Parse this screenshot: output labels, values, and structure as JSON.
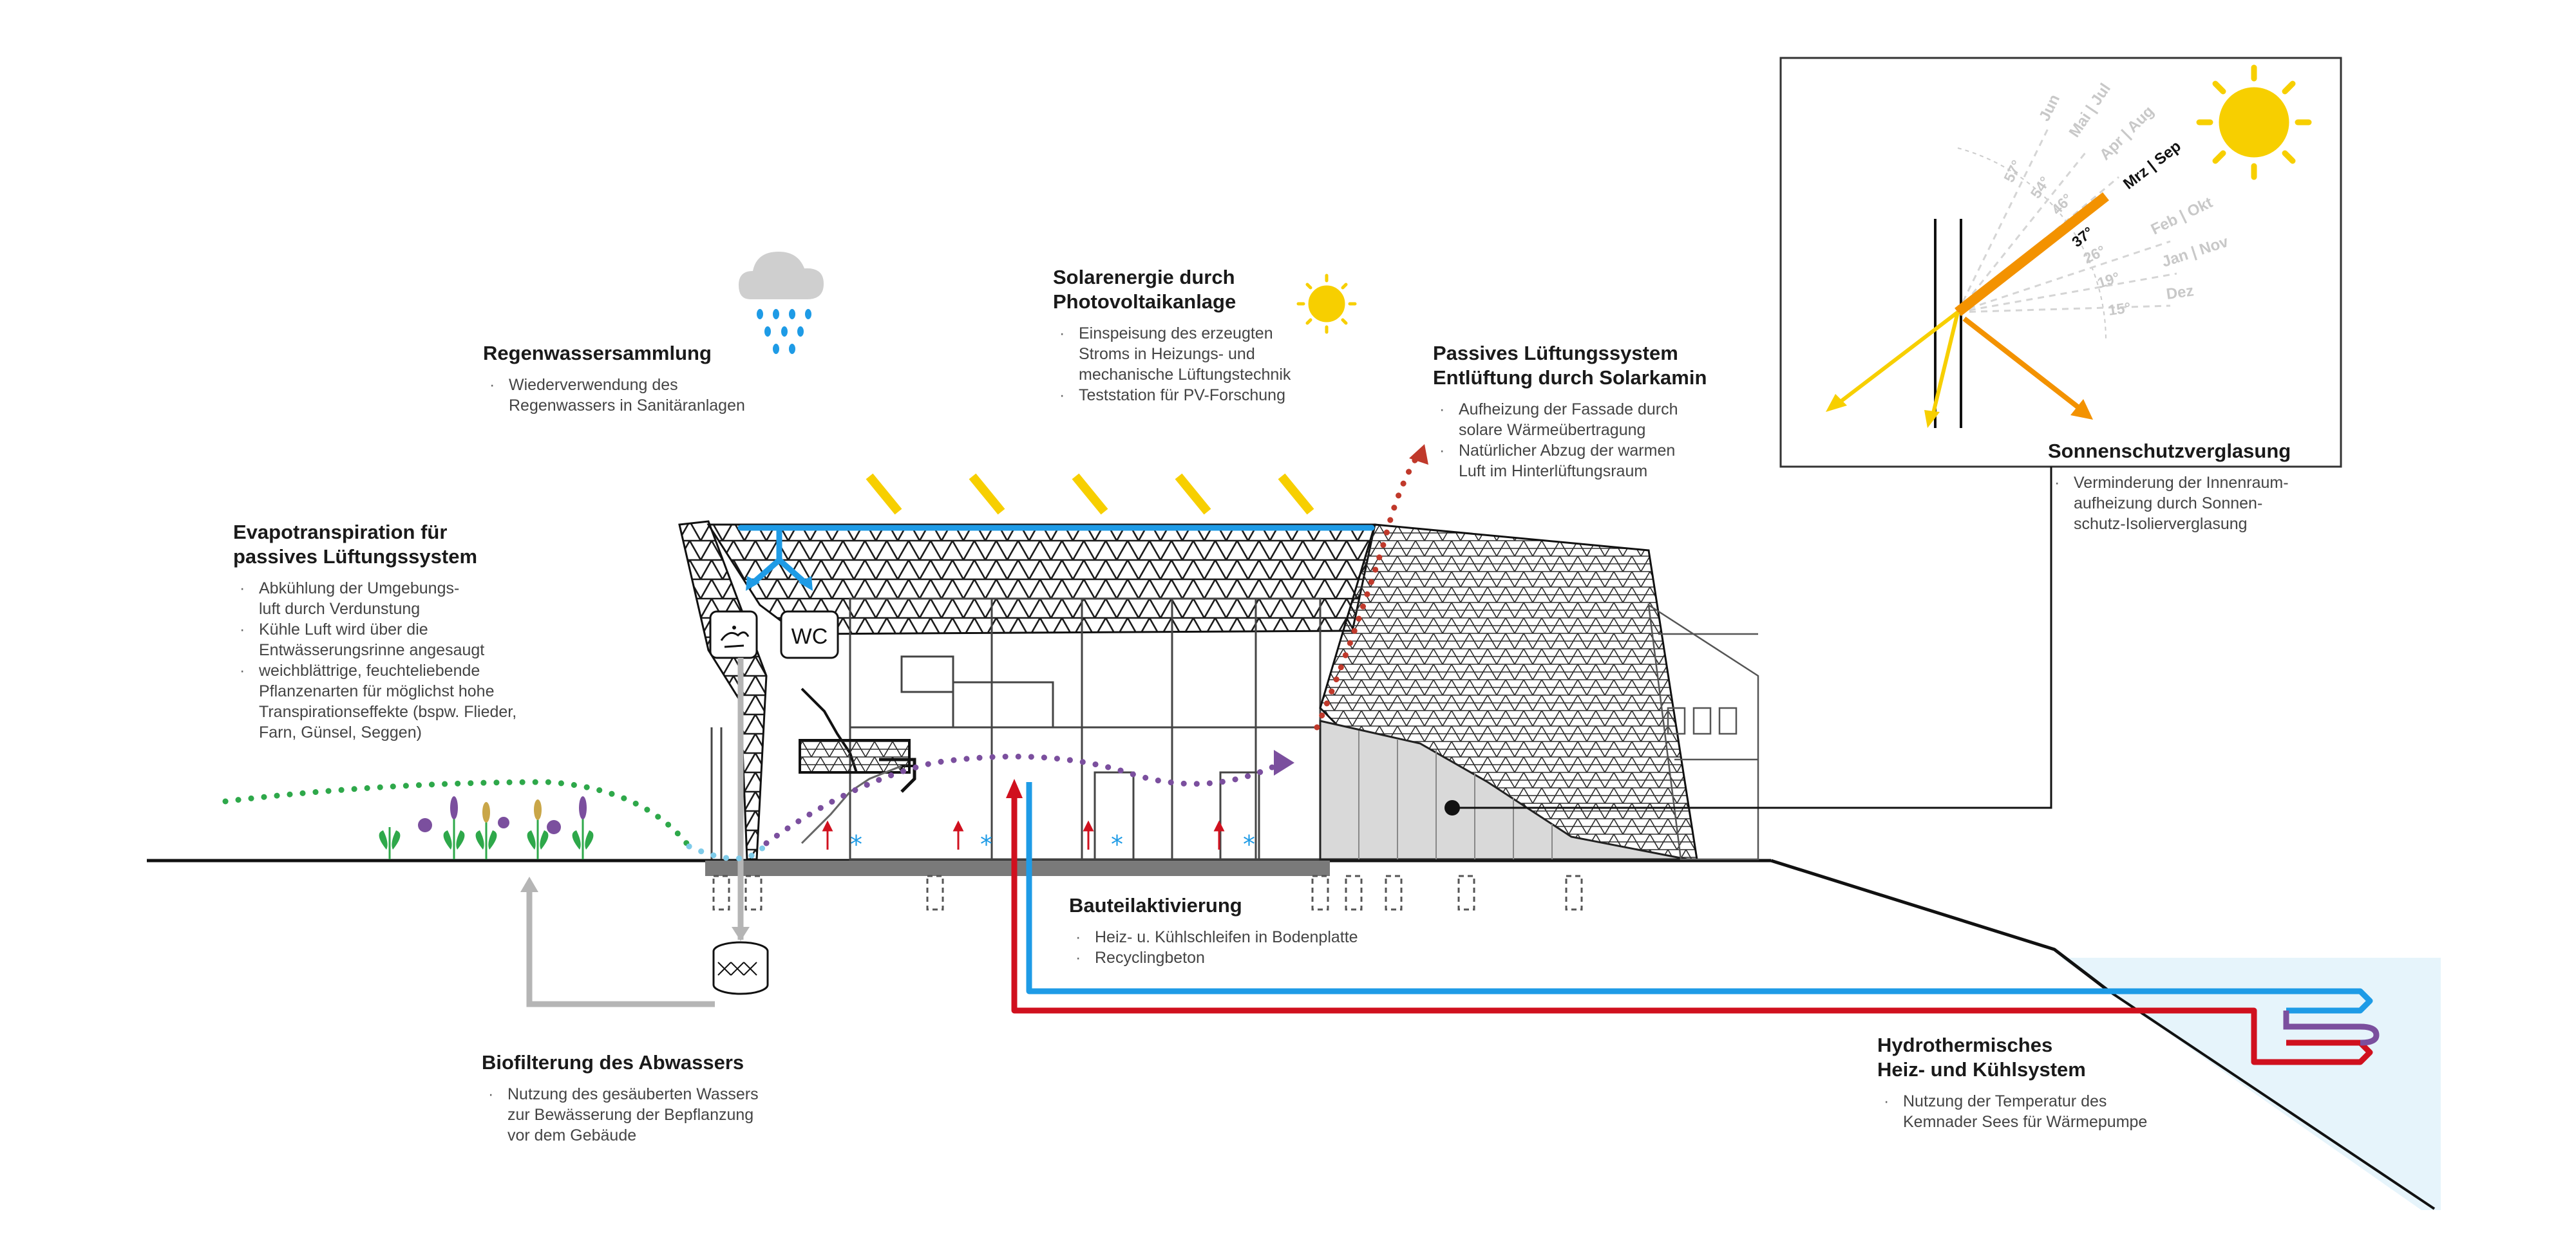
{
  "colors": {
    "blue": "#1e9be6",
    "red": "#d0101e",
    "yellow": "#f7cf00",
    "orange": "#f39200",
    "green": "#2ea84a",
    "purple": "#7b4f9e",
    "water": "#e6f4fb",
    "grey": "#b5b5b5"
  },
  "icons": {
    "cloud": "rain-cloud-icon",
    "sun_small": "sun-icon",
    "sun_large": "sun-icon",
    "hand_wash": "hand-wash-icon",
    "wc": "wc-icon",
    "biofilter": "biofilter-tank-icon",
    "pipe_coil": "heat-exchanger-coil-icon"
  },
  "labels": {
    "regen": {
      "title": "Regenwassersammlung",
      "items": [
        "Wiederverwendung des\nRegenwassers in Sanitäranlagen"
      ]
    },
    "solar": {
      "title": "Solarenergie durch\nPhotovoltaikanlage",
      "items": [
        "Einspeisung des erzeugten\nStroms in Heizungs- und\nmechanische Lüftungstechnik",
        "Teststation für PV-Forschung"
      ]
    },
    "passiv": {
      "title": "Passives Lüftungssystem\nEntlüftung durch Solarkamin",
      "items": [
        "Aufheizung der Fassade durch\nsolare Wärmeübertragung",
        "Natürlicher Abzug der warmen\nLuft im Hinterlüftungsraum"
      ]
    },
    "evapo": {
      "title": "Evapotranspiration für\npassives Lüftungssystem",
      "items": [
        "Abkühlung der Umgebungs-\nluft durch Verdunstung",
        "Kühle Luft wird über die\nEntwässerungsrinne angesaugt",
        "weichblättrige, feuchteliebende\nPflanzenarten für möglichst hohe\nTranspirationseffekte (bspw. Flieder,\nFarn, Günsel, Seggen)"
      ]
    },
    "sonnen": {
      "title": "Sonnenschutzverglasung",
      "items": [
        "Verminderung der Innenraum-\naufheizung durch Sonnen-\nschutz-Isolierverglasung"
      ]
    },
    "bauteil": {
      "title": "Bauteilaktivierung",
      "items": [
        "Heiz- u. Kühlschleifen in Bodenplatte",
        "Recyclingbeton"
      ]
    },
    "biofilter": {
      "title": "Biofilterung des Abwassers",
      "items": [
        "Nutzung des gesäuberten Wassers\nzur Bewässerung der Bepflanzung\nvor dem Gebäude"
      ]
    },
    "hydro": {
      "title": "Hydrothermisches\nHeiz- und Kühlsystem",
      "items": [
        "Nutzung der Temperatur des\nKemnader Sees für Wärmepumpe"
      ]
    }
  },
  "wc_label": "WC",
  "sun_diagram": {
    "months": [
      {
        "label": "Jun",
        "angle": "57°",
        "highlight": false
      },
      {
        "label": "Mai | Jul",
        "angle": "54°",
        "highlight": false
      },
      {
        "label": "Apr | Aug",
        "angle": "46°",
        "highlight": false
      },
      {
        "label": "Mrz | Sep",
        "angle": "37°",
        "highlight": true
      },
      {
        "label": "Feb | Okt",
        "angle": "26°",
        "highlight": false
      },
      {
        "label": "Jan | Nov",
        "angle": "19°",
        "highlight": false
      },
      {
        "label": "Dez",
        "angle": "15°",
        "highlight": false
      }
    ]
  }
}
